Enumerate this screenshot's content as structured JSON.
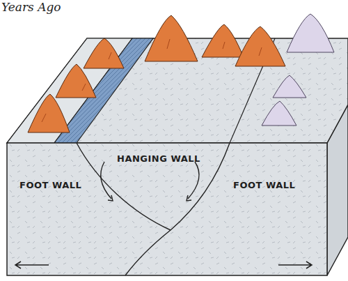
{
  "diagram": {
    "labels": [
      "Years Ago",
      "HANGING WALL",
      "FOOT WALL",
      "FOOT WALL"
    ]
  }
}
